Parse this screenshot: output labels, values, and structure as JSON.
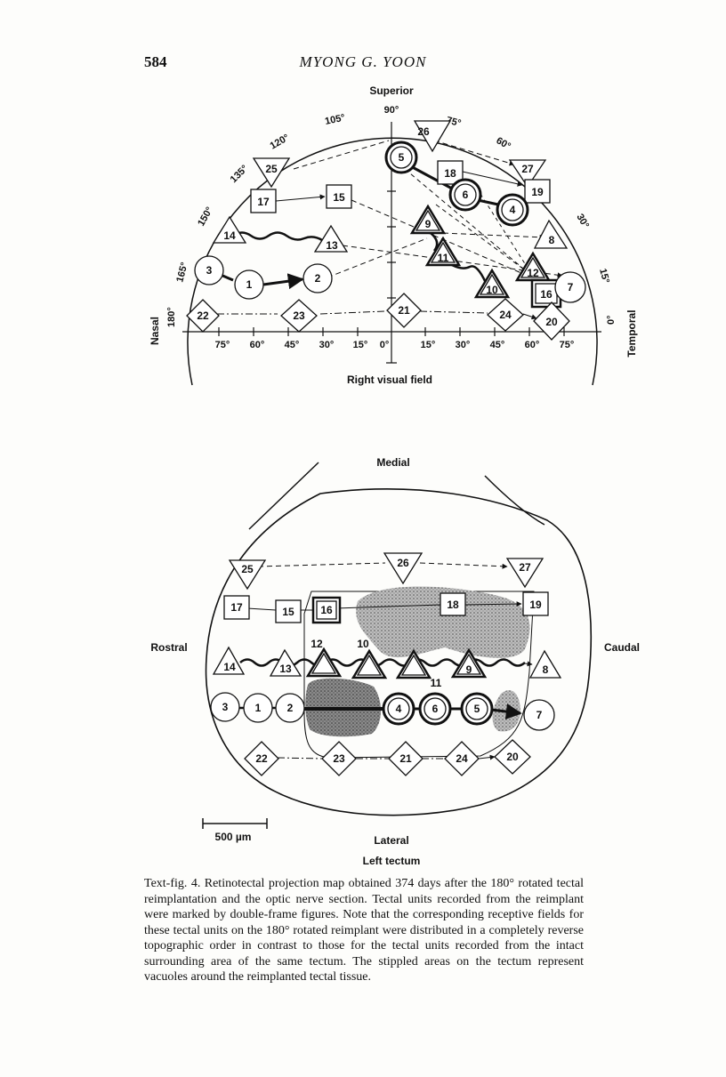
{
  "header": {
    "page_number": "584",
    "author": "MYONG G. YOON"
  },
  "visual_field": {
    "top_label": "Superior",
    "bottom_label": "Right visual field",
    "left_label": "Nasal",
    "right_label": "Temporal",
    "polar_labels": [
      "180°",
      "165°",
      "150°",
      "135°",
      "120°",
      "105°",
      "90°",
      "75°",
      "60°",
      "30°",
      "15°",
      "0°"
    ],
    "x_ticks_left": [
      "75°",
      "60°",
      "45°",
      "30°",
      "15°",
      "0°"
    ],
    "x_ticks_right": [
      "15°",
      "30°",
      "45°",
      "60°",
      "75°"
    ],
    "units": [
      {
        "id": "1",
        "shape": "circle"
      },
      {
        "id": "2",
        "shape": "circle"
      },
      {
        "id": "3",
        "shape": "circle"
      },
      {
        "id": "4",
        "shape": "circle",
        "double": true
      },
      {
        "id": "5",
        "shape": "circle",
        "double": true
      },
      {
        "id": "6",
        "shape": "circle",
        "double": true
      },
      {
        "id": "7",
        "shape": "circle"
      },
      {
        "id": "8",
        "shape": "triangle"
      },
      {
        "id": "9",
        "shape": "triangle",
        "double": true
      },
      {
        "id": "10",
        "shape": "triangle",
        "double": true
      },
      {
        "id": "11",
        "shape": "triangle",
        "double": true
      },
      {
        "id": "12",
        "shape": "triangle",
        "double": true
      },
      {
        "id": "13",
        "shape": "triangle"
      },
      {
        "id": "14",
        "shape": "triangle"
      },
      {
        "id": "15",
        "shape": "square"
      },
      {
        "id": "16",
        "shape": "square",
        "double": true
      },
      {
        "id": "17",
        "shape": "square"
      },
      {
        "id": "18",
        "shape": "square"
      },
      {
        "id": "19",
        "shape": "square"
      },
      {
        "id": "20",
        "shape": "diamond"
      },
      {
        "id": "21",
        "shape": "diamond"
      },
      {
        "id": "22",
        "shape": "diamond"
      },
      {
        "id": "23",
        "shape": "diamond"
      },
      {
        "id": "24",
        "shape": "diamond"
      },
      {
        "id": "25",
        "shape": "inverted-triangle"
      },
      {
        "id": "26",
        "shape": "inverted-triangle"
      },
      {
        "id": "27",
        "shape": "inverted-triangle"
      }
    ]
  },
  "tectum": {
    "top_label": "Medial",
    "left_label": "Rostral",
    "right_label": "Caudal",
    "bottom_label": "Lateral",
    "title": "Left tectum",
    "scale_bar": "500 µm"
  },
  "caption": "Text-fig. 4. Retinotectal projection map obtained 374 days after the 180° rotated tectal reimplantation and the optic nerve section. Tectal units recorded from the reimplant were marked by double-frame figures. Note that the corresponding receptive fields for these tectal units on the 180° rotated reimplant were distributed in a completely reverse topographic order in contrast to those for the tectal units recorded from the intact surrounding area of the same tectum. The stippled areas on the tectum represent vacuoles around the reimplanted tectal tissue."
}
